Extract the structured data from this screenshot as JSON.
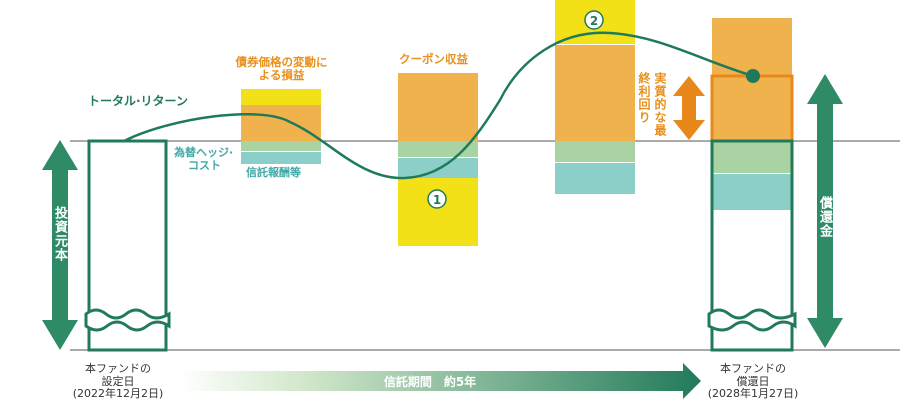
{
  "labels": {
    "total_return": "トータル·リターン",
    "fx_hedge_cost": [
      "為替ヘッジ·",
      "コスト"
    ],
    "trust_fee": "信託報酬等",
    "bond_price_change": [
      "債券価格の変動に",
      "よる損益"
    ],
    "coupon_income": "クーポン収益",
    "effective_yield": "実質的な最終利回り",
    "principal": "投資元本",
    "redemption": "償還金",
    "marker_1": "1",
    "marker_2": "2"
  },
  "timeline": {
    "start_label": [
      "本ファンドの",
      "設定日",
      "(2022年12月2日)"
    ],
    "end_label": [
      "本ファンドの",
      "償還日",
      "(2028年1月27日)"
    ],
    "period_label": "信託期間　約5年"
  },
  "colors": {
    "dark_green": "#217a5a",
    "teal": "#3fa9a6",
    "light_teal": "#8ccfc9",
    "light_green": "#a9d3a2",
    "orange_box": "#f0b24d",
    "orange_arrow": "#e8881a",
    "orange_text": "#e8911e",
    "yellow": "#f3e117",
    "baseline": "#444444"
  }
}
